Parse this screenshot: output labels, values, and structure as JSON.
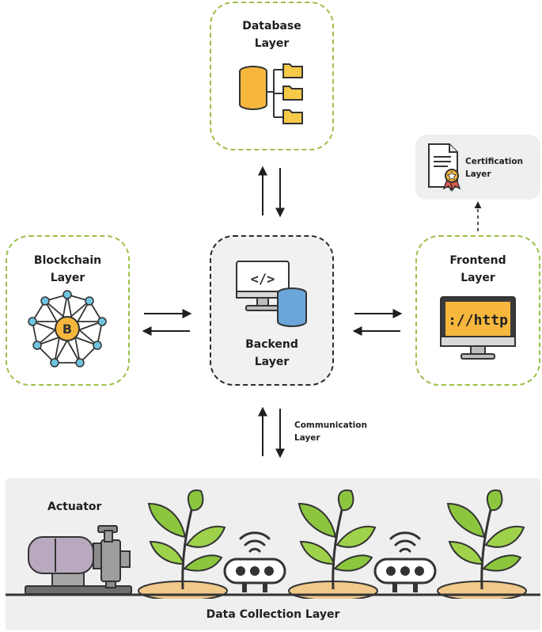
{
  "layers": {
    "database": "Database\nLayer",
    "certification": "Certification\nLayer",
    "blockchain": "Blockchain\nLayer",
    "backend": "Backend\nLayer",
    "frontend": "Frontend\nLayer",
    "communication": "Communication\nLayer",
    "actuator": "Actuator",
    "data_collection": "Data Collection Layer"
  },
  "icons": {
    "database": "database-folders-icon",
    "certification": "certificate-icon",
    "blockchain": "bitcoin-network-icon",
    "backend": "code-monitor-database-icon",
    "frontend": "http-monitor-icon",
    "actuator": "pump-motor-icon",
    "plant": "plant-icon",
    "sensor": "wireless-sensor-icon"
  },
  "colors": {
    "layer_border": "#9cc04a",
    "backend_border": "#2b2b2b",
    "panel_bg": "#efefef"
  }
}
